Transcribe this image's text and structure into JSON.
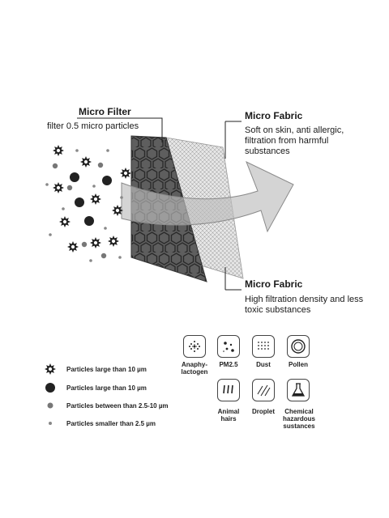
{
  "callouts": {
    "micro_filter": {
      "title": "Micro Filter",
      "desc": "filter 0.5 micro particles"
    },
    "micro_fabric_top": {
      "title": "Micro Fabric",
      "desc": [
        "Soft on skin, anti allergic,",
        "filtration from harmful",
        "substances"
      ]
    },
    "micro_fabric_bottom": {
      "title": "Micro Fabric",
      "desc": [
        "High filtration density and less",
        "toxic substances"
      ]
    }
  },
  "legend": [
    {
      "icon": "star-particle-icon",
      "label": "Particles large than 10 µm"
    },
    {
      "icon": "large-dot-icon",
      "label": "Particles large than 10 µm"
    },
    {
      "icon": "medium-dot-icon",
      "label": "Particles between than 2.5-10 µm"
    },
    {
      "icon": "small-dot-icon",
      "label": "Particles smaller than 2.5 µm"
    }
  ],
  "protections": [
    {
      "icon": "anaphylactogen-icon",
      "label": [
        "Anaphy-",
        "lactogen"
      ]
    },
    {
      "icon": "pm25-icon",
      "label": [
        "PM2.5"
      ]
    },
    {
      "icon": "dust-icon",
      "label": [
        "Dust"
      ]
    },
    {
      "icon": "pollen-icon",
      "label": [
        "Pollen"
      ]
    },
    {
      "icon": "animal-hairs-icon",
      "label": [
        "Animal",
        "hairs"
      ]
    },
    {
      "icon": "droplet-icon",
      "label": [
        "Droplet"
      ]
    },
    {
      "icon": "chemical-icon",
      "label": [
        "Chemical",
        "hazardous",
        "sustances"
      ]
    }
  ],
  "colors": {
    "hex_panel": "#5e5e5e",
    "mesh_panel": "#e6e6e6",
    "arrow": "#bdbdbd",
    "particle": "#222222",
    "gray_dot": "#777777"
  }
}
